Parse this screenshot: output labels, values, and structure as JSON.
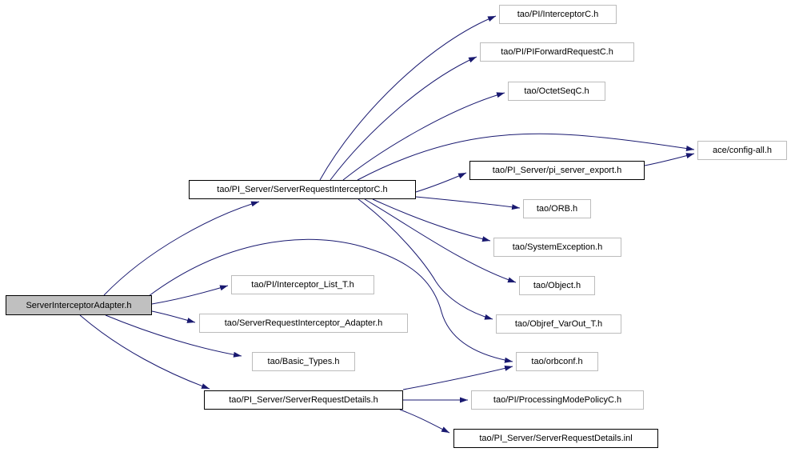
{
  "diagram": {
    "kind": "include-dependency-graph",
    "background": "#ffffff"
  },
  "colors": {
    "edge": "#191970",
    "plain_node_border": "#bcbcbc",
    "documented_node_border": "#000000",
    "root_node_fill": "#c0c0c0",
    "node_fill": "#ffffff",
    "text": "#000000"
  },
  "nodes": [
    {
      "id": "root",
      "label": "ServerInterceptorAdapter.h",
      "kind": "root"
    },
    {
      "id": "central",
      "label": "tao/PI_Server/ServerRequestInterceptorC.h",
      "kind": "doc"
    },
    {
      "id": "interceptorC",
      "label": "tao/PI/InterceptorC.h",
      "kind": "plain"
    },
    {
      "id": "piforward",
      "label": "tao/PI/PIForwardRequestC.h",
      "kind": "plain"
    },
    {
      "id": "octetseq",
      "label": "tao/OctetSeqC.h",
      "kind": "plain"
    },
    {
      "id": "configall",
      "label": "ace/config-all.h",
      "kind": "plain"
    },
    {
      "id": "piexport",
      "label": "tao/PI_Server/pi_server_export.h",
      "kind": "doc"
    },
    {
      "id": "orb",
      "label": "tao/ORB.h",
      "kind": "plain"
    },
    {
      "id": "sysex",
      "label": "tao/SystemException.h",
      "kind": "plain"
    },
    {
      "id": "object",
      "label": "tao/Object.h",
      "kind": "plain"
    },
    {
      "id": "objref",
      "label": "tao/Objref_VarOut_T.h",
      "kind": "plain"
    },
    {
      "id": "orbconf",
      "label": "tao/orbconf.h",
      "kind": "plain"
    },
    {
      "id": "ilist",
      "label": "tao/PI/Interceptor_List_T.h",
      "kind": "plain"
    },
    {
      "id": "sria",
      "label": "tao/ServerRequestInterceptor_Adapter.h",
      "kind": "plain"
    },
    {
      "id": "btypes",
      "label": "tao/Basic_Types.h",
      "kind": "plain"
    },
    {
      "id": "srd",
      "label": "tao/PI_Server/ServerRequestDetails.h",
      "kind": "doc"
    },
    {
      "id": "pmpolicy",
      "label": "tao/PI/ProcessingModePolicyC.h",
      "kind": "plain"
    },
    {
      "id": "srdinl",
      "label": "tao/PI_Server/ServerRequestDetails.inl",
      "kind": "doc"
    }
  ],
  "edges": [
    {
      "from": "root",
      "to": "central"
    },
    {
      "from": "root",
      "to": "ilist"
    },
    {
      "from": "root",
      "to": "sria"
    },
    {
      "from": "root",
      "to": "btypes"
    },
    {
      "from": "root",
      "to": "srd"
    },
    {
      "from": "root",
      "to": "orbconf"
    },
    {
      "from": "central",
      "to": "interceptorC"
    },
    {
      "from": "central",
      "to": "piforward"
    },
    {
      "from": "central",
      "to": "octetseq"
    },
    {
      "from": "central",
      "to": "configall"
    },
    {
      "from": "central",
      "to": "piexport"
    },
    {
      "from": "central",
      "to": "orb"
    },
    {
      "from": "central",
      "to": "sysex"
    },
    {
      "from": "central",
      "to": "object"
    },
    {
      "from": "central",
      "to": "objref"
    },
    {
      "from": "piexport",
      "to": "configall"
    },
    {
      "from": "srd",
      "to": "orbconf"
    },
    {
      "from": "srd",
      "to": "pmpolicy"
    },
    {
      "from": "srd",
      "to": "srdinl"
    }
  ]
}
